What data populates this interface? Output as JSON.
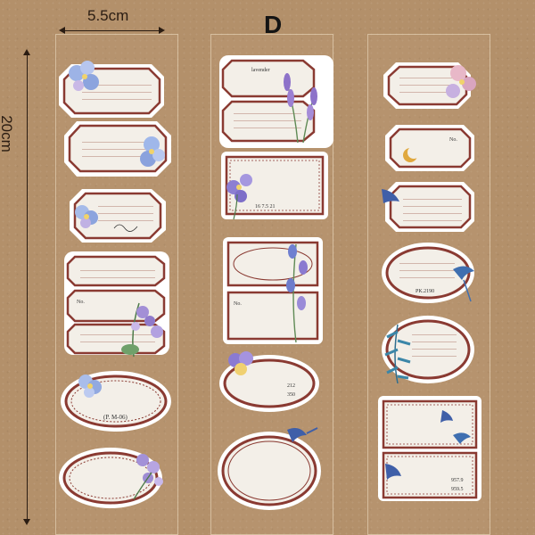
{
  "dimensions": {
    "width_label": "5.5cm",
    "height_label": "20cm"
  },
  "variant_letter": "D",
  "sticker_texts": {
    "lavender": "lavender",
    "number_a": "No.",
    "number_b": "No.",
    "number_c": "No.",
    "pm06": "(P. M-06)",
    "code_16521": "16 7.5 21",
    "code_pk2190": "PK.2190",
    "code_212": "212",
    "code_350": "350",
    "code_9579": "957.9",
    "code_9595": "959.5"
  },
  "colors": {
    "kraft": "#b3906a",
    "frame": "#8a3a32",
    "paper": "#f3efe8",
    "ink": "#2a1c12"
  }
}
